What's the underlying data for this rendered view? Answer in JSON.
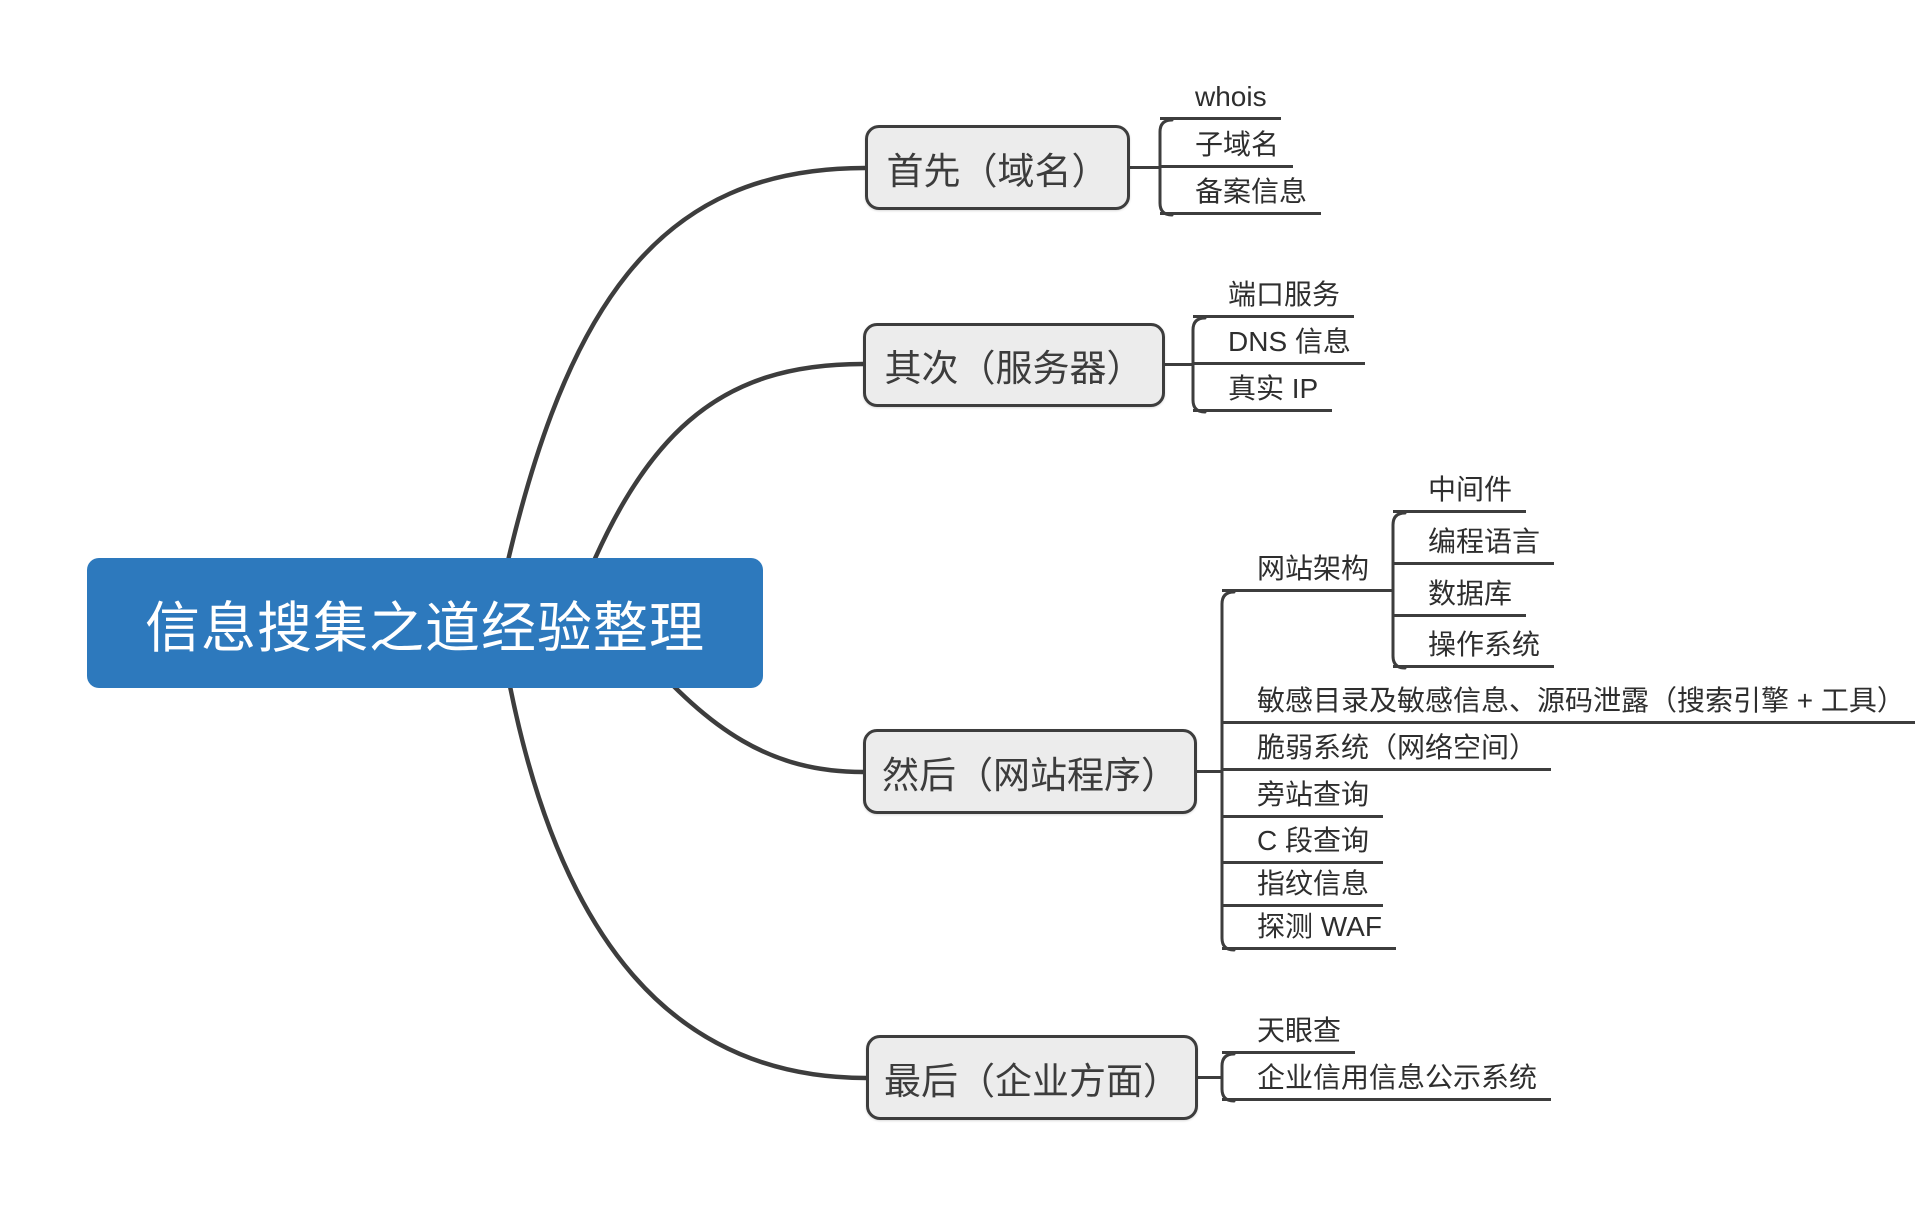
{
  "root": {
    "label": "信息搜集之道经验整理"
  },
  "branches": [
    {
      "label": "首先（域名）",
      "children": [
        "whois",
        "子域名",
        "备案信息"
      ]
    },
    {
      "label": "其次（服务器）",
      "children": [
        "端口服务",
        "DNS 信息",
        "真实 IP"
      ]
    },
    {
      "label": "然后（网站程序）",
      "children": [
        {
          "label": "网站架构",
          "children": [
            "中间件",
            "编程语言",
            "数据库",
            "操作系统"
          ]
        },
        "敏感目录及敏感信息、源码泄露（搜索引擎 + 工具）",
        "脆弱系统（网络空间）",
        "旁站查询",
        "C 段查询",
        "指纹信息",
        "探测 WAF"
      ]
    },
    {
      "label": "最后（企业方面）",
      "children": [
        "天眼查",
        "企业信用信息公示系统"
      ]
    }
  ],
  "colors": {
    "root_fill": "#2D79BD",
    "root_text": "#FFFFFF",
    "branch_fill": "#ECECEC",
    "branch_border": "#3D3D3D",
    "line": "#3D3D3D",
    "leaf_text": "#2E2E2E"
  }
}
